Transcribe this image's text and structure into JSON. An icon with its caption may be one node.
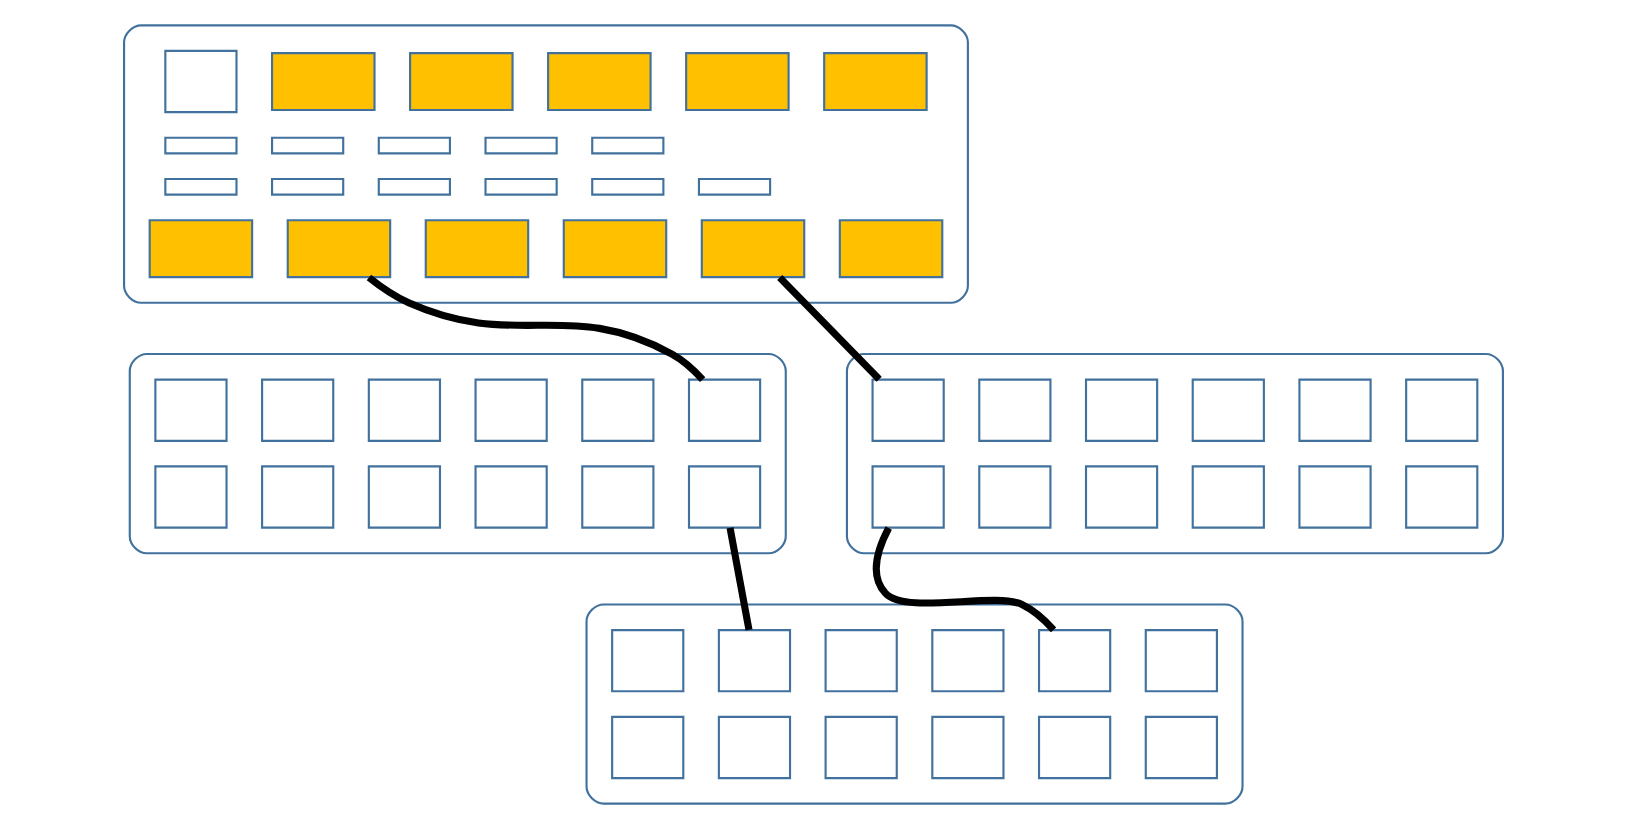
{
  "diagram": {
    "nodes": [
      {
        "text": [],
        "shape": "box"
      },
      {
        "text": [],
        "shape": "box",
        "in": 0
      },
      {
        "text": [],
        "shape": "box",
        "in": 0
      },
      {
        "text": [],
        "shape": "box",
        "in": 0
      },
      {
        "text": [],
        "shape": "box",
        "in": 0
      },
      {
        "text": [],
        "shape": "box",
        "in": 0
      },
      {
        "text": [],
        "shape": "box",
        "in": 0
      },
      {
        "text": [],
        "shape": "box",
        "in": 0
      },
      {
        "text": [],
        "shape": "box",
        "in": 0
      },
      {
        "text": [],
        "shape": "box",
        "in": 0
      },
      {
        "text": [],
        "shape": "box",
        "in": 0
      },
      {
        "text": [],
        "shape": "box",
        "in": 0
      },
      {
        "text": [],
        "shape": "box",
        "in": 0
      },
      {
        "text": [],
        "shape": "box",
        "in": 0
      },
      {
        "text": [],
        "shape": "box",
        "in": 0
      },
      {
        "text": [],
        "shape": "box",
        "in": 0
      },
      {
        "text": [],
        "shape": "box",
        "in": 0
      },
      {
        "text": [],
        "shape": "box",
        "in": 0
      },
      {
        "text": [],
        "shape": "box",
        "in": 0
      },
      {
        "text": [],
        "shape": "box",
        "in": 0
      },
      {
        "text": [],
        "shape": "box",
        "in": 0
      },
      {
        "text": [],
        "shape": "box",
        "in": 0
      },
      {
        "text": [],
        "shape": "box",
        "in": 0
      },
      {
        "text": [],
        "shape": "box",
        "in": 0
      },
      {
        "text": [],
        "shape": "box"
      },
      {
        "text": [],
        "shape": "box",
        "in": 24
      },
      {
        "text": [],
        "shape": "box",
        "in": 24
      },
      {
        "text": [],
        "shape": "box",
        "in": 24
      },
      {
        "text": [],
        "shape": "box",
        "in": 24
      },
      {
        "text": [],
        "shape": "box",
        "in": 24
      },
      {
        "text": [],
        "shape": "box",
        "in": 24
      },
      {
        "text": [],
        "shape": "box",
        "in": 24
      },
      {
        "text": [],
        "shape": "box",
        "in": 24
      },
      {
        "text": [],
        "shape": "box",
        "in": 24
      },
      {
        "text": [],
        "shape": "box",
        "in": 24
      },
      {
        "text": [],
        "shape": "box",
        "in": 24
      },
      {
        "text": [],
        "shape": "box",
        "in": 24
      },
      {
        "text": [],
        "shape": "box"
      },
      {
        "text": [],
        "shape": "box",
        "in": 37
      },
      {
        "text": [],
        "shape": "box",
        "in": 37
      },
      {
        "text": [],
        "shape": "box",
        "in": 37
      },
      {
        "text": [],
        "shape": "box",
        "in": 37
      },
      {
        "text": [],
        "shape": "box",
        "in": 37
      },
      {
        "text": [],
        "shape": "box",
        "in": 37
      },
      {
        "text": [],
        "shape": "box",
        "in": 37
      },
      {
        "text": [],
        "shape": "box",
        "in": 37
      },
      {
        "text": [],
        "shape": "box",
        "in": 37
      },
      {
        "text": [],
        "shape": "box",
        "in": 37
      },
      {
        "text": [],
        "shape": "box",
        "in": 37
      },
      {
        "text": [],
        "shape": "box",
        "in": 37
      },
      {
        "text": [],
        "shape": "box"
      },
      {
        "text": [],
        "shape": "box",
        "in": 50
      },
      {
        "text": [],
        "shape": "box",
        "in": 50
      },
      {
        "text": [],
        "shape": "box",
        "in": 50
      },
      {
        "text": [],
        "shape": "box",
        "in": 50
      },
      {
        "text": [],
        "shape": "box",
        "in": 50
      },
      {
        "text": [],
        "shape": "box",
        "in": 50
      },
      {
        "text": [],
        "shape": "box",
        "in": 50
      },
      {
        "text": [],
        "shape": "box",
        "in": 50
      },
      {
        "text": [],
        "shape": "box",
        "in": 50
      },
      {
        "text": [],
        "shape": "box",
        "in": 50
      },
      {
        "text": [],
        "shape": "box",
        "in": 50
      },
      {
        "text": [],
        "shape": "box",
        "in": 50
      }
    ],
    "edges": [
      {
        "from": 19,
        "to": 30,
        "arrow": "none"
      },
      {
        "from": 36,
        "to": 52,
        "arrow": "none"
      },
      {
        "from": 22,
        "to": 38,
        "arrow": "none"
      },
      {
        "from": 44,
        "to": 55,
        "arrow": "none"
      }
    ]
  }
}
